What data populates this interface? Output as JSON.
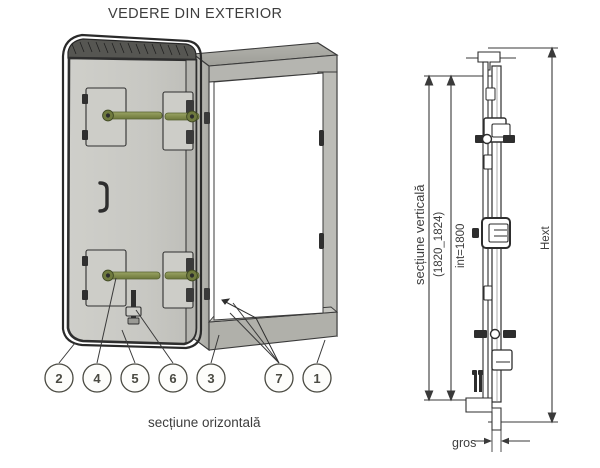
{
  "drawing": {
    "title": "VEDERE DIN EXTERIOR",
    "caption_horizontal": "secțiune orizontală",
    "label_vertical_section": "secțiune verticală",
    "dimension_outer": "(1820_1824)",
    "dimension_inner": "int=1800",
    "dimension_hext": "Hext",
    "label_gros": "gros",
    "callouts": [
      {
        "id": "2",
        "label": "2"
      },
      {
        "id": "4",
        "label": "4"
      },
      {
        "id": "5",
        "label": "5"
      },
      {
        "id": "6",
        "label": "6"
      },
      {
        "id": "3",
        "label": "3"
      },
      {
        "id": "7",
        "label": "7"
      },
      {
        "id": "1",
        "label": "1"
      }
    ],
    "colors": {
      "leaf_face": "#c9c9c4",
      "leaf_edge": "#2e2e2e",
      "frame_face": "#b9b9b4",
      "frame_top": "#a8a8a2",
      "hinge_pin": "#8a9456",
      "line": "#3a3a3a",
      "text": "#3d3d3d",
      "background": "#ffffff"
    }
  }
}
